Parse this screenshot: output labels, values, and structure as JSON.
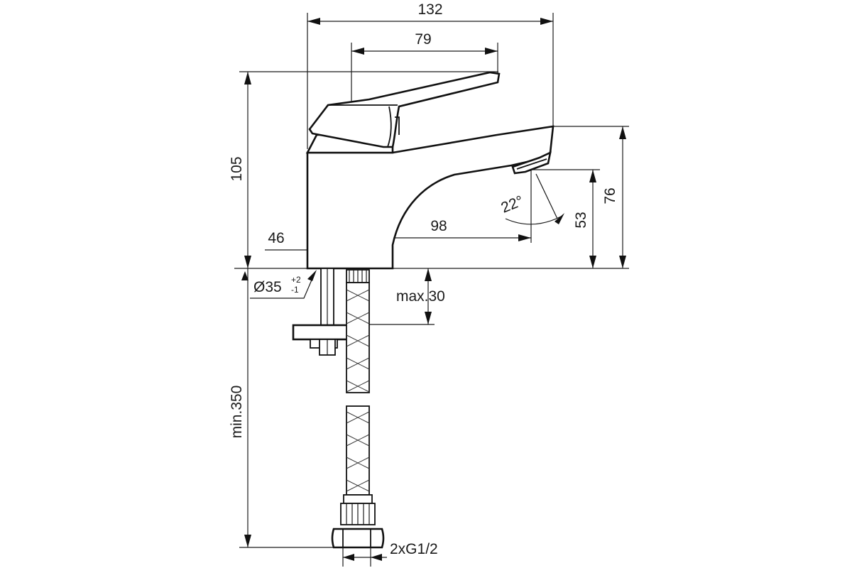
{
  "drawing": {
    "dimensions": {
      "overall_width": "132",
      "handle_length": "79",
      "total_height": "105",
      "outlet_height": "76",
      "aerator_height": "53",
      "spray_angle": "22°",
      "projection": "98",
      "body_depth": "46",
      "hole_diameter": "Ø35",
      "hole_tol_plus": "+2",
      "hole_tol_minus": "-1",
      "max_thickness": "max.30",
      "hose_length": "min.350",
      "connection_thread": "2xG1/2"
    }
  }
}
